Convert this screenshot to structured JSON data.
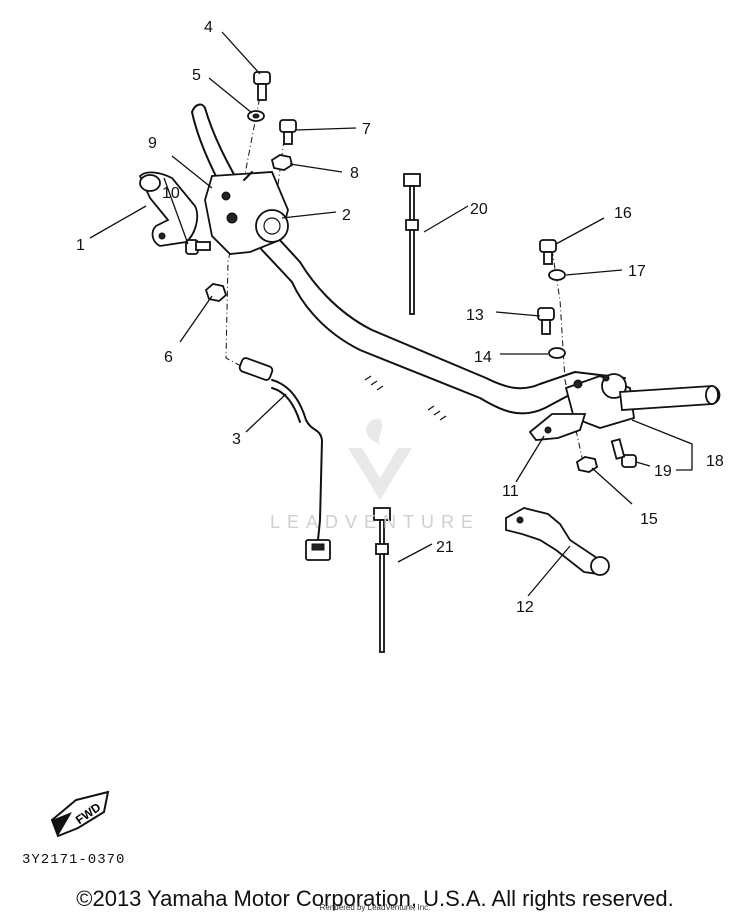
{
  "callouts": {
    "c1": "1",
    "c2": "2",
    "c3": "3",
    "c4": "4",
    "c5": "5",
    "c6": "6",
    "c7": "7",
    "c8": "8",
    "c9": "9",
    "c10": "10",
    "c11": "11",
    "c12": "12",
    "c13": "13",
    "c14": "14",
    "c15": "15",
    "c16": "16",
    "c17": "17",
    "c18": "18",
    "c19": "19",
    "c20": "20",
    "c21": "21"
  },
  "fwd_label": "FWD",
  "reference_code": "3Y2171-0370",
  "watermark": "LEADVENTURE",
  "render_note": "Rendered by LeadVenture, Inc.",
  "copyright": "©2013 Yamaha Motor Corporation, U.S.A. All rights reserved."
}
